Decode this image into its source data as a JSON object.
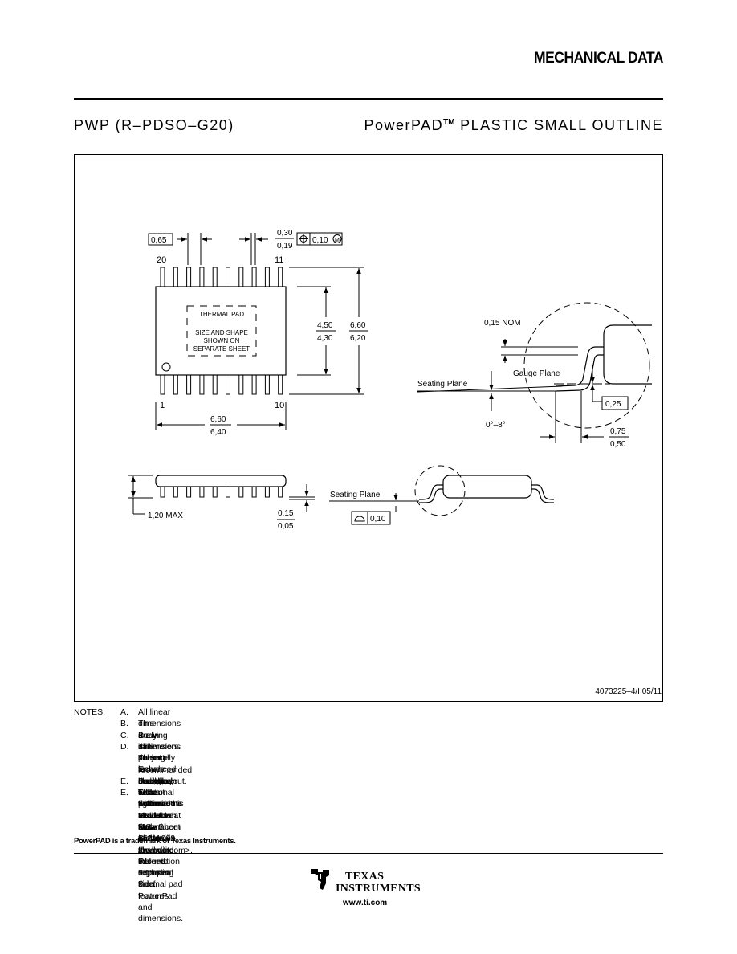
{
  "header": {
    "title": "MECHANICAL DATA",
    "package_code": "PWP (R–PDSO–G20)",
    "package_name_main": "PowerPAD",
    "package_name_tm": "TM",
    "package_name_rest": " PLASTIC SMALL OUTLINE"
  },
  "drawing": {
    "pitch": "0,65",
    "lead_width_max": "0,30",
    "lead_width_min": "0,19",
    "position_tol": "0,10",
    "mmc": "M",
    "pin_20": "20",
    "pin_11": "11",
    "pin_1": "1",
    "pin_10": "10",
    "thermal_pad_l1": "THERMAL PAD",
    "thermal_pad_l2": "SIZE AND SHAPE",
    "thermal_pad_l3": "SHOWN ON",
    "thermal_pad_l4": "SEPARATE SHEET",
    "body_width_max": "4,50",
    "body_width_min": "4,30",
    "span_max": "6,60",
    "span_min": "6,20",
    "length_max": "6,60",
    "length_min": "6,40",
    "lead_thickness": "0,15 NOM",
    "gauge_plane": "Gauge Plane",
    "seating_plane": "Seating Plane",
    "gauge_dim": "0,25",
    "angle": "0°–8°",
    "foot_max": "0,75",
    "foot_min": "0,50",
    "height_max": "1,20 MAX",
    "standoff_max": "0,15",
    "standoff_min": "0,05",
    "seating_plane_side": "Seating Plane",
    "flatness": "0,10",
    "drawing_number": "4073225–4/I 05/11"
  },
  "notes": {
    "label": "NOTES:",
    "items": [
      {
        "letter": "A.",
        "text": "All linear dimensions are in millimeters."
      },
      {
        "letter": "B.",
        "text": "This drawing is subject to change without notice."
      },
      {
        "letter": "C.",
        "text": "Body dimensions do not include mold flash or protrusions. Mold flash and protrusion shall not exceed 0.15 per side."
      },
      {
        "letter": "D.",
        "text": "This package is designed to be soldered to a thermal pad on the board.  Refer to Technical Brief, PowerPad"
      },
      {
        "letter": "",
        "text": "Thermally Enhanced Package, Texas Instruments Literature No. SLMA002 for information regarding"
      },
      {
        "letter": "",
        "text": "recommended board layout.   This document is available at www.ti.com <http: //www.ti.com>."
      },
      {
        "letter": "E.",
        "text": "See the additional figure in the Product Data Sheet for details regarding the exposed thermal pad features and dimensions."
      },
      {
        "letter": "E.",
        "text": "Falls within JEDEC MO–153"
      }
    ]
  },
  "footer": {
    "trademark": "PowerPAD is a trademark of Texas Instruments.",
    "logo_line1": "TEXAS",
    "logo_line2": "INSTRUMENTS",
    "url": "www.ti.com"
  }
}
